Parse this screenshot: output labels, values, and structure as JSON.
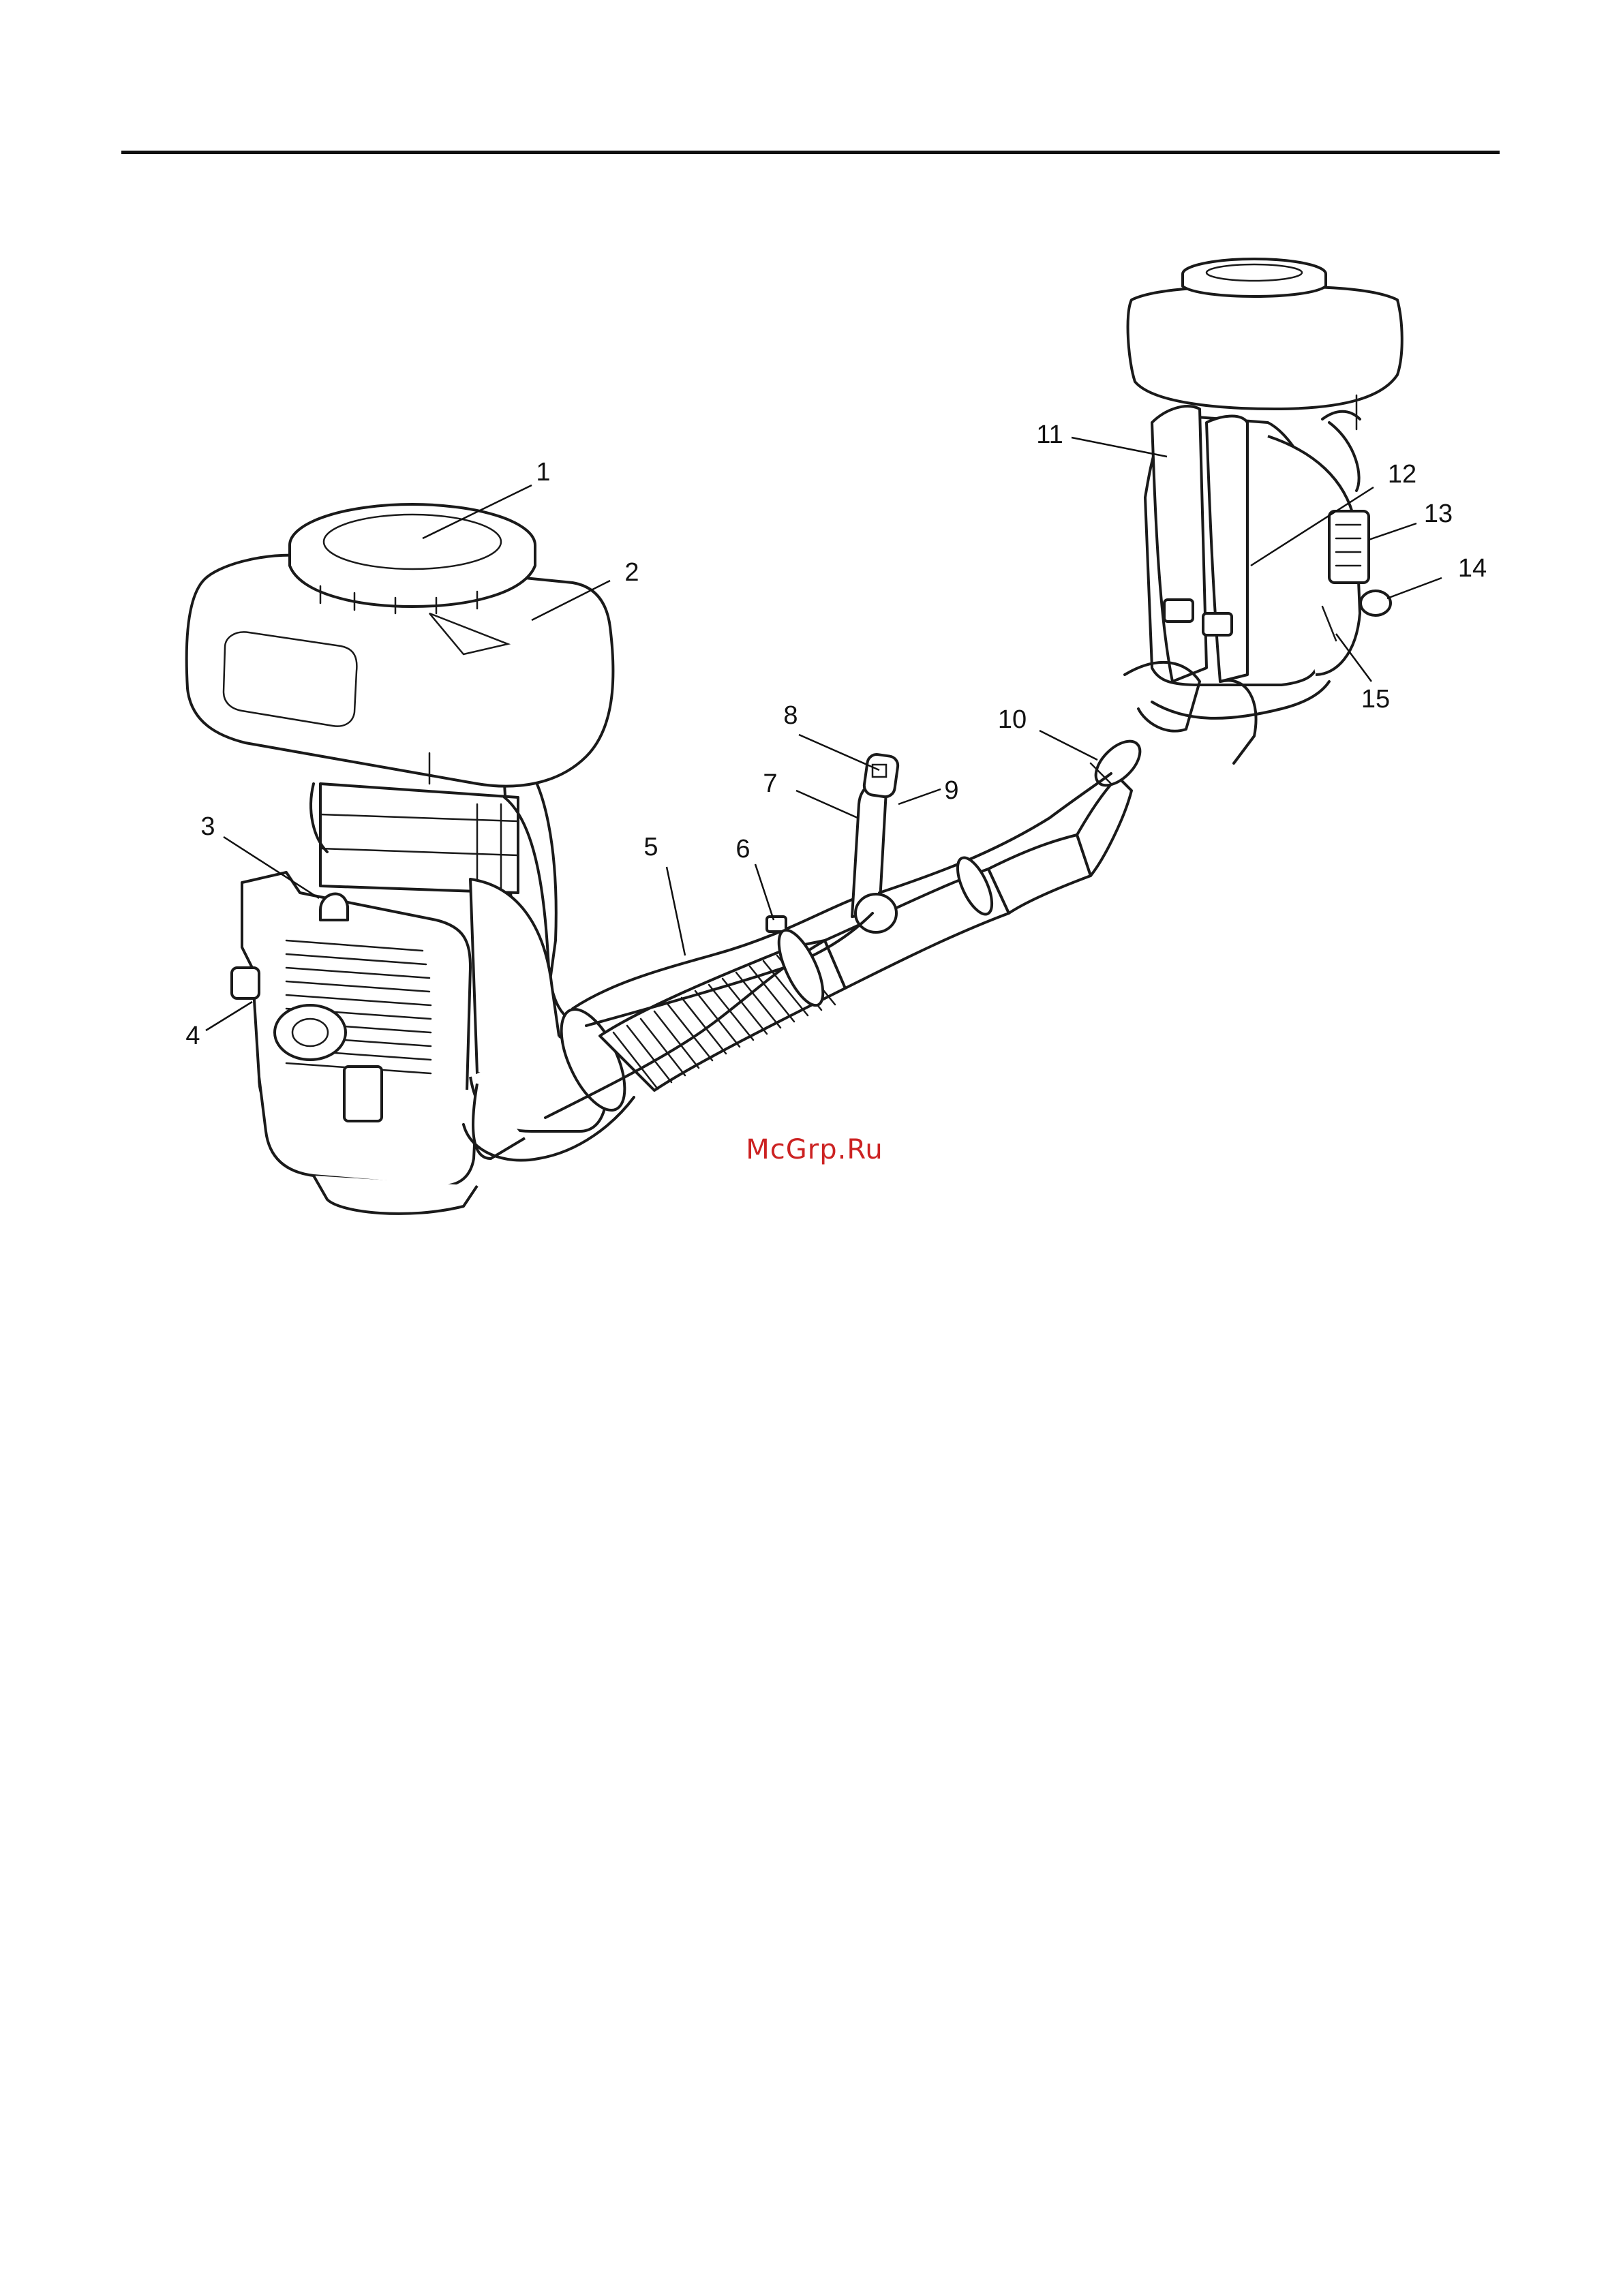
{
  "watermark": "McGrp.Ru",
  "callouts": [
    "1",
    "2",
    "3",
    "4",
    "5",
    "6",
    "7",
    "8",
    "9",
    "10",
    "11",
    "12",
    "13",
    "14",
    "15"
  ]
}
